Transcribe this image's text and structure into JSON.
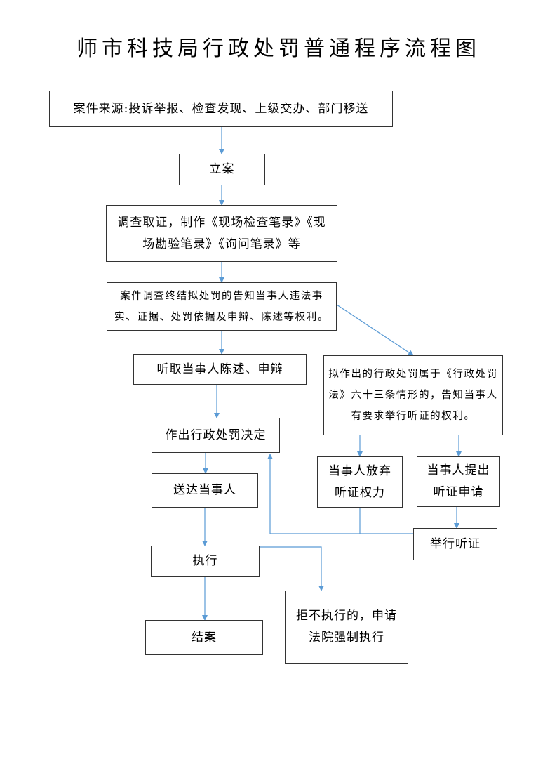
{
  "title": "师市科技局行政处罚普通程序流程图",
  "nodes": {
    "source": "案件来源:投诉举报、检查发现、上级交办、部门移送",
    "filing": "立案",
    "investigation": [
      "调查取证，制作《现场检查笔录》《现",
      "场勘验笔录》《询问笔录》等"
    ],
    "notice": [
      "案件调查终结拟处罚的告知当事人违法事",
      "实、证据、处罚依据及申辩、陈述等权利。"
    ],
    "hear_statement": "听取当事人陈述、申辩",
    "hearing_rights": [
      "拟作出的行政处罚属于《行政处罚",
      "法》六十三条情形的，告知当事人",
      "有要求举行听证的权利。"
    ],
    "decision": "作出行政处罚决定",
    "waive": [
      "当事人放弃",
      "听证权力"
    ],
    "apply": [
      "当事人提出",
      "听证申请"
    ],
    "deliver": "送达当事人",
    "hold_hearing": "举行听证",
    "execute": "执行",
    "court": [
      "拒不执行的，申请",
      "法院强制执行"
    ],
    "close": "结案"
  },
  "colors": {
    "arrow": "#5b9bd5",
    "border": "#333333"
  }
}
